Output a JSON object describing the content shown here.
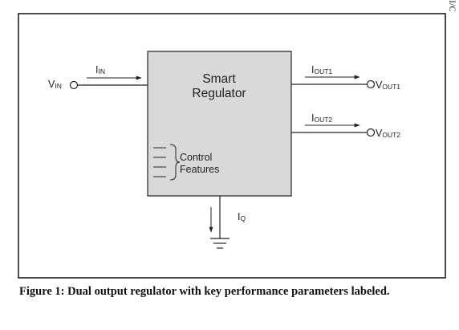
{
  "block": {
    "line1": "Smart",
    "line2": "Regulator"
  },
  "control": {
    "line1": "Control",
    "line2": "Features"
  },
  "input": {
    "voltage_main": "V",
    "voltage_sub": "IN",
    "current_main": "I",
    "current_sub": "IN"
  },
  "output1": {
    "current_main": "I",
    "current_sub": "OUT1",
    "voltage_main": "V",
    "voltage_sub": "OUT1"
  },
  "output2": {
    "current_main": "I",
    "current_sub": "OUT2",
    "voltage_main": "V",
    "voltage_sub": "OUT2"
  },
  "quiescent": {
    "current_main": "I",
    "current_sub": "Q"
  },
  "caption": "Figure 1: Dual output regulator with key performance parameters labeled.",
  "edge_text": "I/O",
  "colors": {
    "block_fill": "#d9d9d9",
    "line": "#222222",
    "frame": "#111111"
  }
}
